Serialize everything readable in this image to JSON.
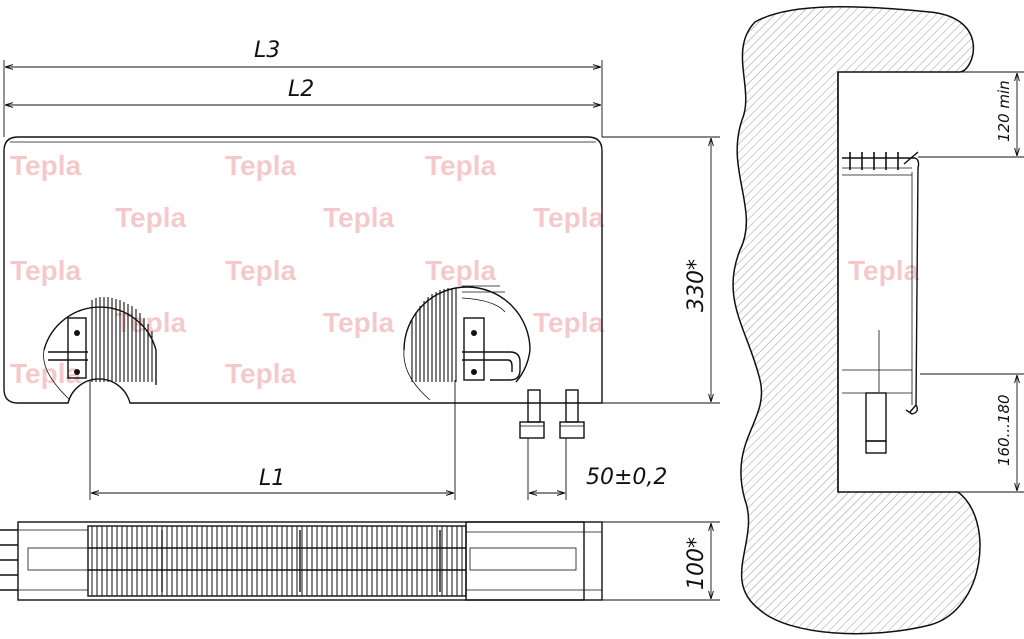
{
  "watermark": "Tepla",
  "dimensions": {
    "l3": "L3",
    "l2": "L2",
    "l1": "L1",
    "pitch": "50±0,2",
    "height": "330*",
    "depth": "100*",
    "sill_gap": "120 min",
    "floor_gap": "160...180"
  },
  "colors": {
    "line": "#111111",
    "watermark": "#e98a8a",
    "hatch": "#9a9a9a"
  }
}
